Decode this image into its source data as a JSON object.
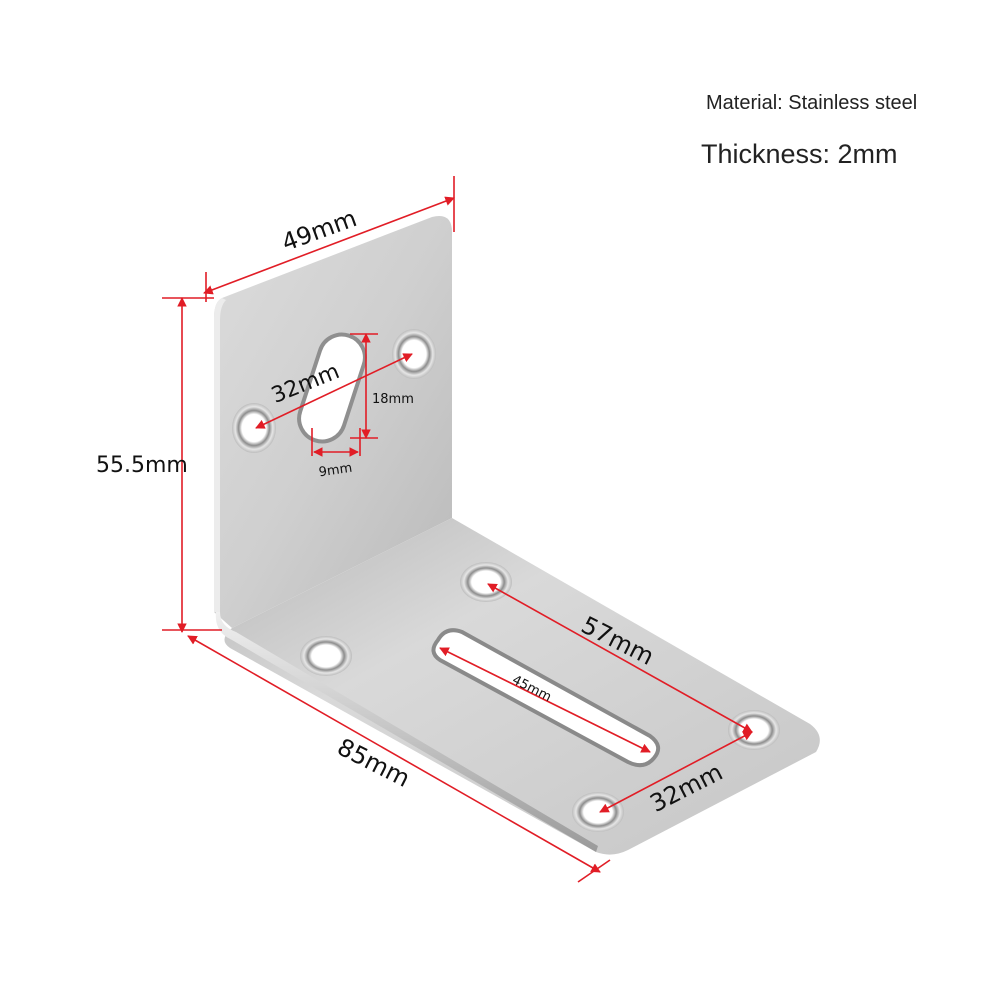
{
  "specs": {
    "material": "Material: Stainless steel",
    "thickness": "Thickness: 2mm"
  },
  "dimensions": {
    "top_width": "49mm",
    "vertical_height": "55.5mm",
    "upper_hole_spacing": "32mm",
    "upper_slot_height": "18mm",
    "upper_slot_width": "9mm",
    "base_length": "85mm",
    "base_hole_spacing_long": "57mm",
    "base_slot_length": "45mm",
    "base_hole_spacing_short": "32mm"
  },
  "colors": {
    "dimension_line": "#e11d26",
    "steel_light": "#e4e4e4",
    "steel_dark": "#a9a9a9",
    "text": "#111111"
  }
}
